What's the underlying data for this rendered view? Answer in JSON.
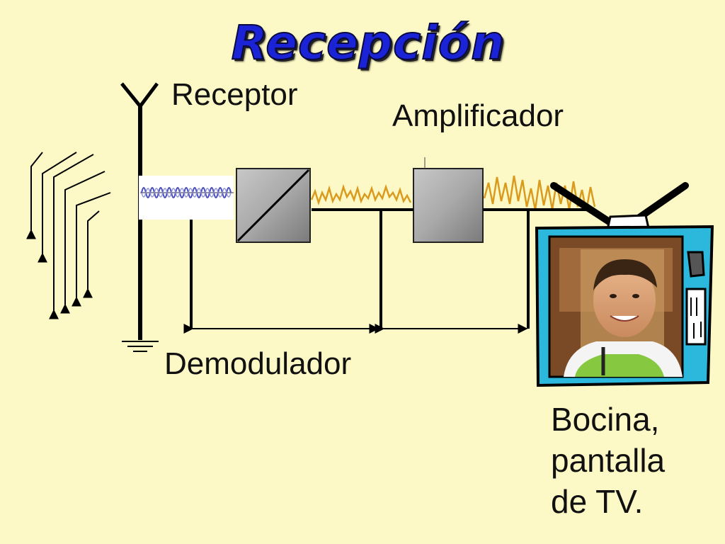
{
  "title": "Recepción",
  "labels": {
    "receptor": "Receptor",
    "amplificador": "Amplificador",
    "demodulador": "Demodulador",
    "bocina_line1": "Bocina,",
    "bocina_line2": "pantalla",
    "bocina_line3": "de TV."
  },
  "colors": {
    "background": "#fdf9c6",
    "title": "#1a23d6",
    "wire": "#000000",
    "amplified_wave": "#d99a1e",
    "carrier_wave": "#4b4fb8",
    "tv_frame": "#2bb8dc"
  }
}
